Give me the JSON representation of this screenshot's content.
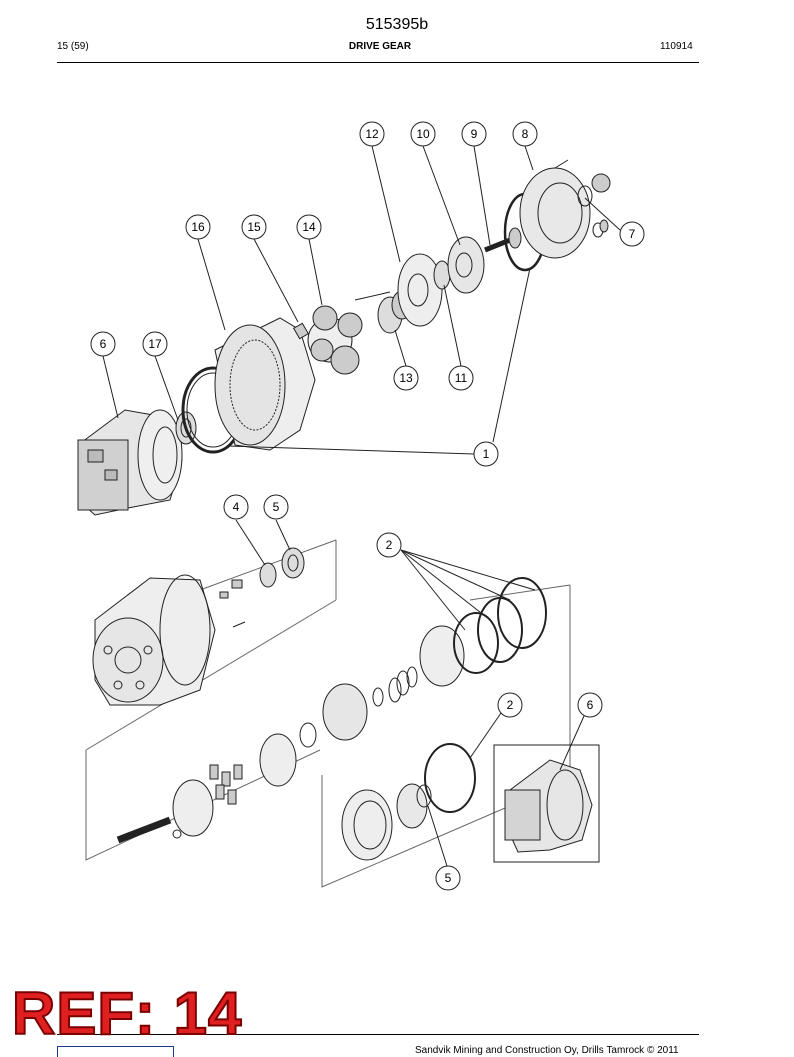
{
  "header": {
    "doc_number": "515395b",
    "page": "15 (59)",
    "title": "DRIVE GEAR",
    "code": "110914"
  },
  "callouts": {
    "c12": "12",
    "c10": "10",
    "c9": "9",
    "c8": "8",
    "c7": "7",
    "c16": "16",
    "c15": "15",
    "c14": "14",
    "c6a": "6",
    "c17": "17",
    "c13": "13",
    "c11": "11",
    "c1": "1",
    "c4": "4",
    "c5a": "5",
    "c2a": "2",
    "c2b": "2",
    "c6b": "6",
    "c5b": "5"
  },
  "overlay": {
    "ref_text": "REF: 14",
    "color": "#e02020"
  },
  "footer": {
    "copyright": "Sandvik Mining and Construction Oy, Drills Tamrock © 2011"
  }
}
